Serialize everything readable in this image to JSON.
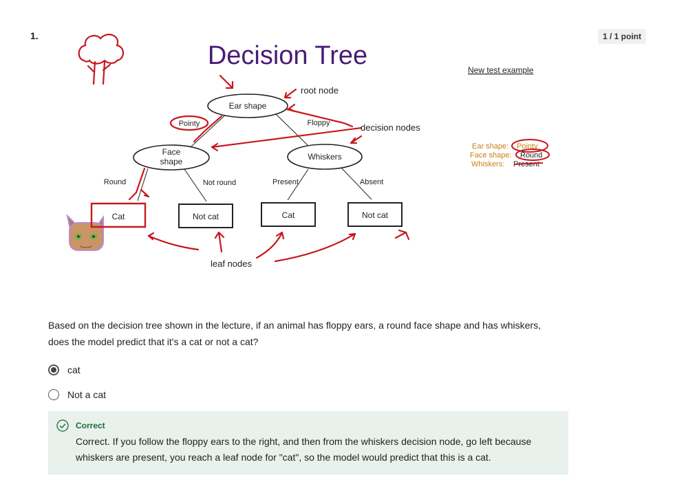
{
  "question": {
    "number": "1.",
    "points": "1 / 1 point",
    "text": "Based on the decision tree shown in the lecture, if an animal has floppy ears, a round face shape and has whiskers, does the model predict that it's a cat or not a cat?"
  },
  "figure": {
    "title": "Decision Tree",
    "nodes": {
      "root": "Ear shape",
      "face": [
        "Face",
        "shape"
      ],
      "whiskers": "Whiskers",
      "leaf1": "Cat",
      "leaf2": "Not cat",
      "leaf3": "Cat",
      "leaf4": "Not cat"
    },
    "edges": {
      "pointy": "Pointy",
      "floppy": "Floppy",
      "round": "Round",
      "not_round": "Not round",
      "present": "Present",
      "absent": "Absent"
    },
    "annotations": {
      "root_node": "root node",
      "decision_nodes": "decision nodes",
      "leaf_nodes": "leaf nodes"
    },
    "example": {
      "heading": "New test example",
      "line1_label": "Ear shape:",
      "line1_value": "Pointy",
      "line2_label": "Face shape:",
      "line2_value": "Round",
      "line3_label": "Whiskers:",
      "line3_value": "Present"
    },
    "colors": {
      "annotation_red": "#c8171d",
      "example_orange": "#c97f16"
    }
  },
  "options": [
    {
      "label": "cat",
      "selected": true
    },
    {
      "label": "Not a cat",
      "selected": false
    }
  ],
  "feedback": {
    "title": "Correct",
    "text": "Correct. If you follow the floppy ears to the right, and then from the whiskers decision node, go left because whiskers are present, you reach a leaf node for \"cat\", so the model would predict that this is a cat."
  }
}
